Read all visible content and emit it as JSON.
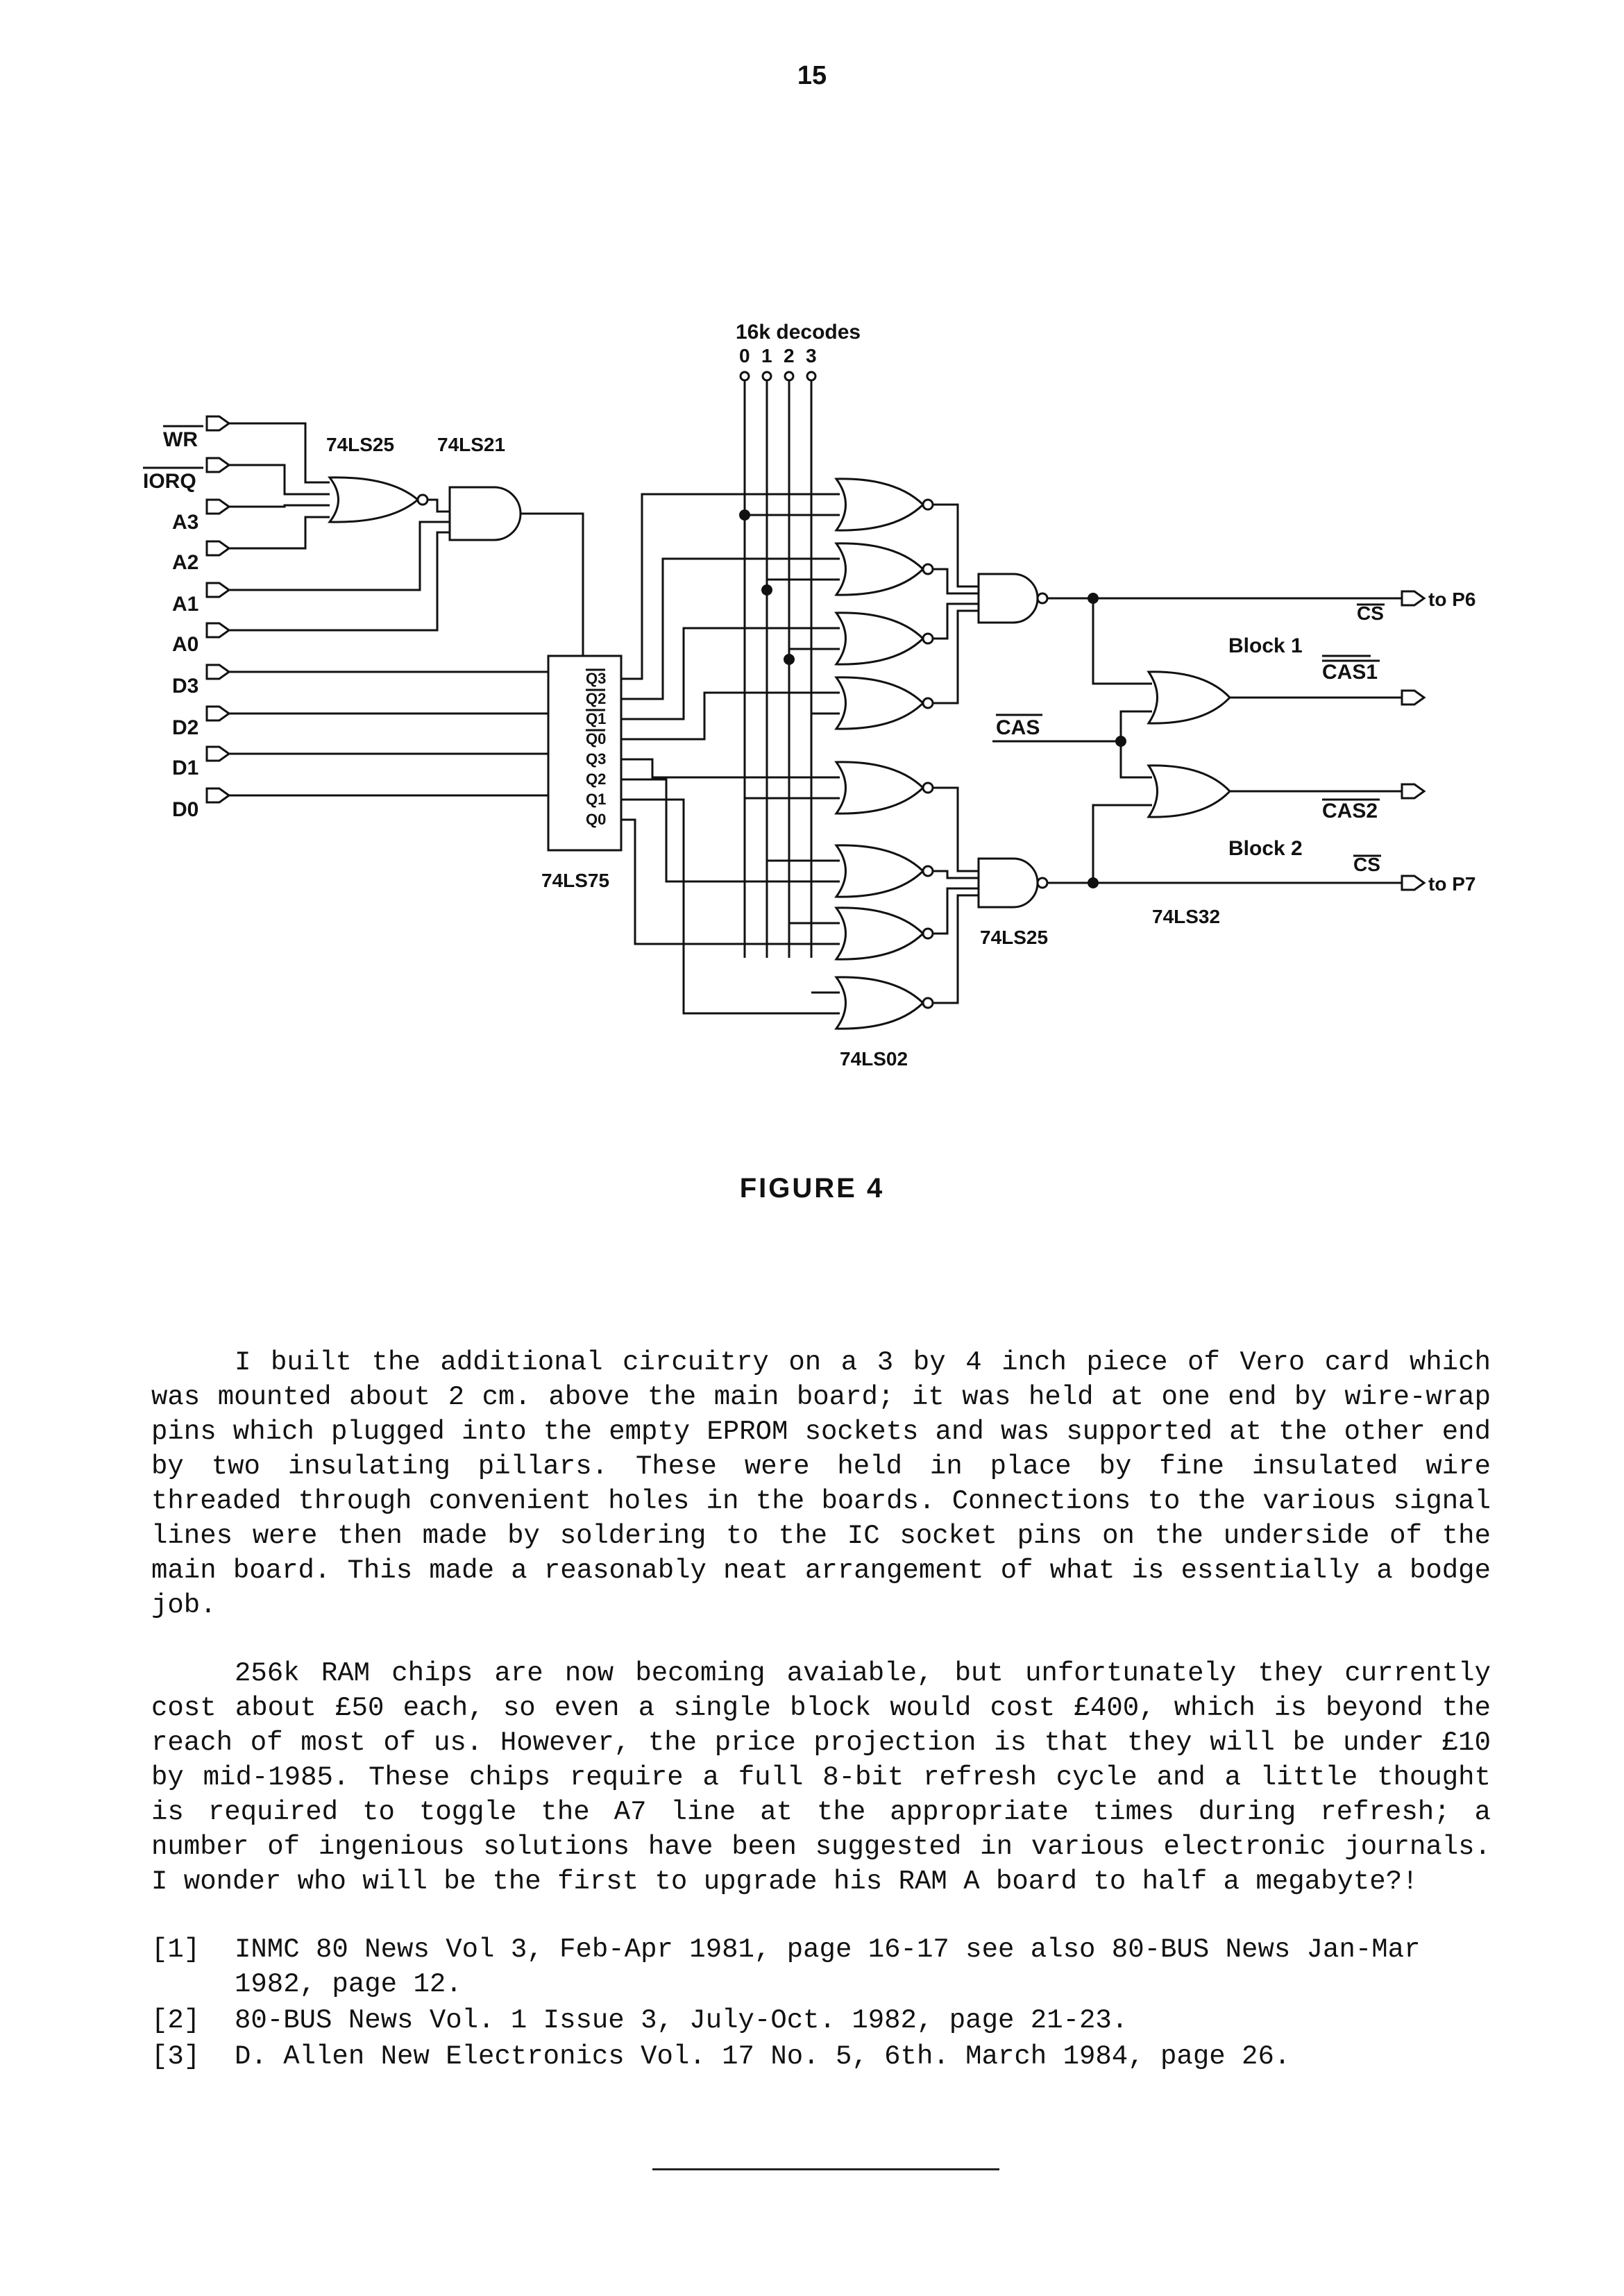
{
  "page": {
    "number": "15"
  },
  "figure": {
    "caption": "FIGURE 4",
    "decodes": {
      "title": "16k decodes",
      "numbers": [
        "0",
        "1",
        "2",
        "3"
      ]
    },
    "inputs": [
      "WR",
      "IORQ",
      "A3",
      "A2",
      "A1",
      "A0",
      "D3",
      "D2",
      "D1",
      "D0"
    ],
    "chips": {
      "ls25_top": "74LS25",
      "ls21": "74LS21",
      "ls75": "74LS75",
      "ls02": "74LS02",
      "ls25_bottom": "74LS25",
      "ls32": "74LS32"
    },
    "latch_pins": [
      "Q3",
      "Q2",
      "Q1",
      "Q0",
      "Q3",
      "Q2",
      "Q1",
      "Q0"
    ],
    "signals": {
      "cas": "CAS",
      "block1": "Block 1",
      "block2": "Block 2",
      "cs": "CS",
      "cas1": "CAS1",
      "cas2": "CAS2",
      "to_p6": "to P6",
      "to_p7": "to P7"
    }
  },
  "text": {
    "paragraph1": "I built the additional circuitry on a 3 by 4 inch piece of Vero card which was mounted about 2 cm. above the main board; it was held at one end by wire-wrap pins which plugged into the empty EPROM sockets and was supported at the other end by two insulating pillars. These were held in place by fine insulated wire threaded through convenient holes in the boards. Connections to the various signal lines were then made by soldering to the IC socket pins on the underside of the main board. This made a reasonably neat arrangement of what is essentially a bodge job.",
    "paragraph2": "256k RAM chips are now becoming avaiable, but unfortunately they currently cost about £50 each, so even a single block would cost £400, which is beyond the reach of most of us. However, the price projection is that they will be under £10 by mid-1985. These chips require a full 8-bit refresh cycle and a little thought is required to toggle the A7 line at the appropriate times during refresh; a number of ingenious solutions have been suggested in various electronic journals. I wonder who will be the first to upgrade his RAM A board to half a megabyte?!"
  },
  "references": [
    {
      "num": "[1]",
      "text": "INMC 80 News Vol 3, Feb-Apr 1981, page 16-17 see also 80-BUS News Jan-Mar 1982, page 12."
    },
    {
      "num": "[2]",
      "text": "80-BUS News  Vol. 1 Issue 3, July-Oct. 1982, page 21-23."
    },
    {
      "num": "[3]",
      "text": "D. Allen  New Electronics Vol. 17  No. 5, 6th. March 1984, page 26."
    }
  ]
}
